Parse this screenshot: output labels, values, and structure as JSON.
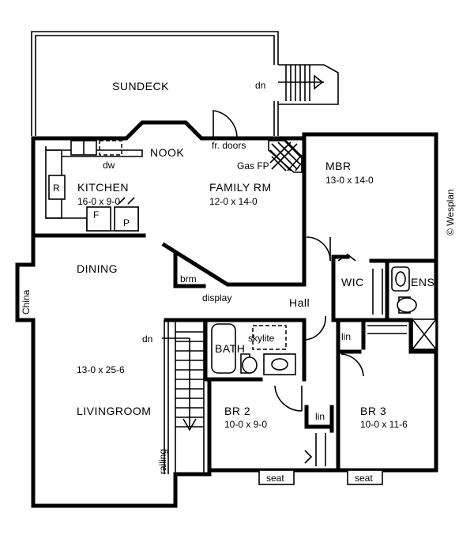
{
  "rooms": {
    "sundeck": "SUNDECK",
    "nook": "NOOK",
    "kitchen": "KITCHEN",
    "kitchen_size": "16-0 x 9-0",
    "family": "FAMILY RM",
    "family_size": "12-0 x 14-0",
    "mbr": "MBR",
    "mbr_size": "13-0 x 14-0",
    "dining": "DINING",
    "living": "LIVINGROOM",
    "living_size": "13-0 x 25-6",
    "hall": "Hall",
    "bath": "BATH",
    "wic": "WIC",
    "ens": "ENS",
    "br2": "BR 2",
    "br2_size": "10-0 x 9-0",
    "br3": "BR 3",
    "br3_size": "10-0 x 11-6"
  },
  "labels": {
    "dn_deck": "dn",
    "dn_stair": "dn",
    "fr_doors": "fr. doors",
    "gas_fp": "Gas FP",
    "dw": "dw",
    "fridge": "R",
    "freezer": "F",
    "pantry": "P",
    "brm": "brm",
    "display": "display",
    "china": "China",
    "railing": "railing",
    "skylite": "skylite",
    "lin1": "lin",
    "lin2": "lin",
    "seat1": "seat",
    "seat2": "seat",
    "copyright": "© Wesplan"
  }
}
